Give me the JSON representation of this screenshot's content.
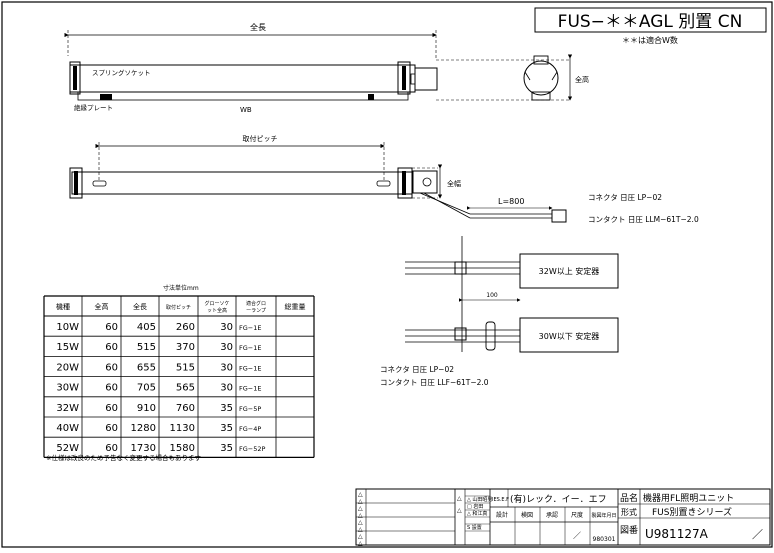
{
  "title_box": {
    "title": "FUS−＊＊AGL 別置 CN",
    "subtitle": "＊＊は適合W数"
  },
  "drawing": {
    "overall_length": "全長",
    "spring_socket": "スプリングソケット",
    "insulation_plate": "絶縁プレート",
    "wb": "WB",
    "overall_height": "全高",
    "mount_pitch": "取付ピッチ",
    "total_width": "全幅",
    "cable_length": "L=800",
    "connector_top": "コネクタ 日圧 LP−02",
    "contact_top": "コンタクト 日圧 LLM−61T−2.0",
    "ballast_32": "32W以上 安定器",
    "ballast_30": "30W以下 安定器",
    "dim_100": "100",
    "connector_bottom": "コネクタ 日圧 LP−02",
    "contact_bottom": "コンタクト 日圧 LLF−61T−2.0"
  },
  "table": {
    "caption": "寸法単位mm",
    "headers": [
      "機種",
      "全高",
      "全長",
      "取付ピッチ",
      "グローソケット全高",
      "適合グローランプ",
      "総重量"
    ],
    "rows": [
      [
        "10W",
        "60",
        "405",
        "260",
        "30",
        "FG−1E",
        ""
      ],
      [
        "15W",
        "60",
        "515",
        "370",
        "30",
        "FG−1E",
        ""
      ],
      [
        "20W",
        "60",
        "655",
        "515",
        "30",
        "FG−1E",
        ""
      ],
      [
        "30W",
        "60",
        "705",
        "565",
        "30",
        "FG−1E",
        ""
      ],
      [
        "32W",
        "60",
        "910",
        "760",
        "35",
        "FG−5P",
        ""
      ],
      [
        "40W",
        "60",
        "1280",
        "1130",
        "35",
        "FG−4P",
        ""
      ],
      [
        "52W",
        "60",
        "1730",
        "1580",
        "35",
        "FG−52P",
        ""
      ]
    ],
    "note": "※仕様は改良のため予告なく変更する場合もあります"
  },
  "title_block": {
    "checks": [
      "△ 山田昭男",
      "□ 岩田",
      "△ 和江真",
      "S 設置"
    ],
    "company_tag": "IES.E.F",
    "company": "(有)レック．イー．エフ",
    "heads": [
      "設計",
      "検図",
      "承認",
      "尺度",
      "製図年月日"
    ],
    "scale": "／",
    "date": "980301",
    "name_label": "品名",
    "name_value": "機器用FL照明ユニット",
    "series_label": "形式",
    "series_value": "FUS別置きシリーズ",
    "drawing_no_label": "図番",
    "drawing_no": "U981127A",
    "revision": "／"
  }
}
